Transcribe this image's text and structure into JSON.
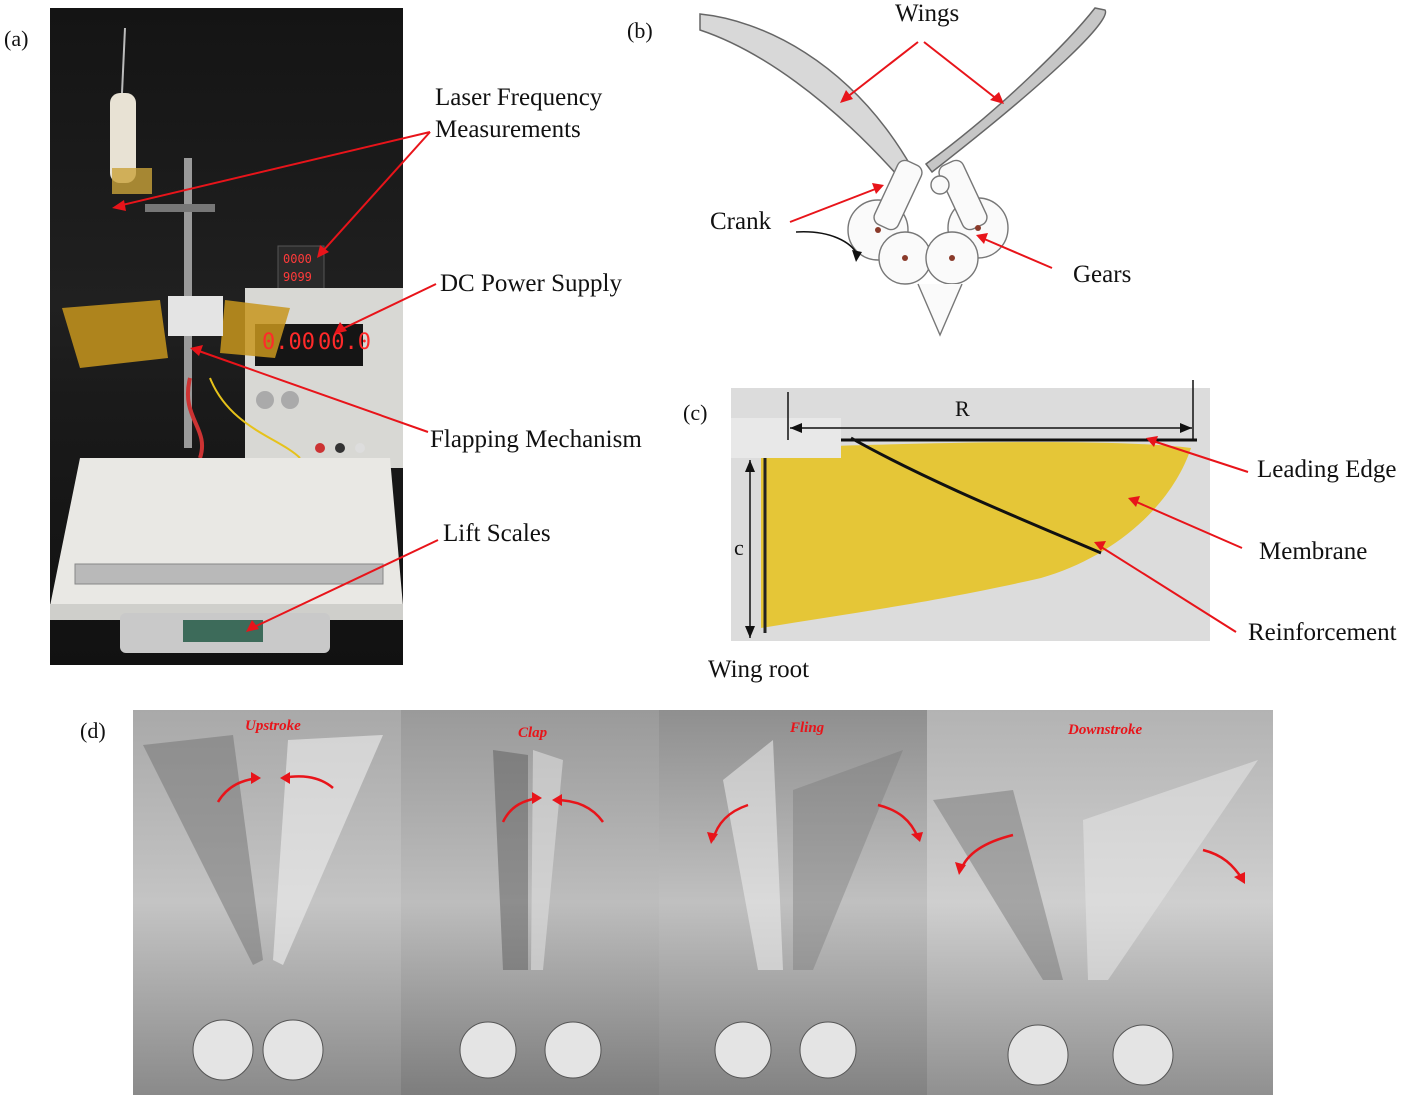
{
  "panels": {
    "a": {
      "label": "(a)",
      "display_left": "0.00",
      "display_right": "00.0",
      "counter_top": "0000",
      "counter_bottom": "9099",
      "annotations": {
        "laser_line1": "Laser Frequency",
        "laser_line2": "Measurements",
        "dc_power": "DC Power Supply",
        "flapping": "Flapping Mechanism",
        "lift": "Lift Scales"
      }
    },
    "b": {
      "label": "(b)",
      "annotations": {
        "wings": "Wings",
        "crank": "Crank",
        "gears": "Gears"
      }
    },
    "c": {
      "label": "(c)",
      "annotations": {
        "span": "R",
        "chord": "c",
        "leading_edge": "Leading Edge",
        "membrane": "Membrane",
        "reinforcement": "Reinforcement",
        "wing_root": "Wing root"
      }
    },
    "d": {
      "label": "(d)",
      "phases": [
        "Upstroke",
        "Clap",
        "Fling",
        "Downstroke"
      ]
    }
  },
  "colors": {
    "arrow": "#e8141a",
    "membrane": "#e6c21a",
    "background_dark": "#1c1c1c"
  }
}
